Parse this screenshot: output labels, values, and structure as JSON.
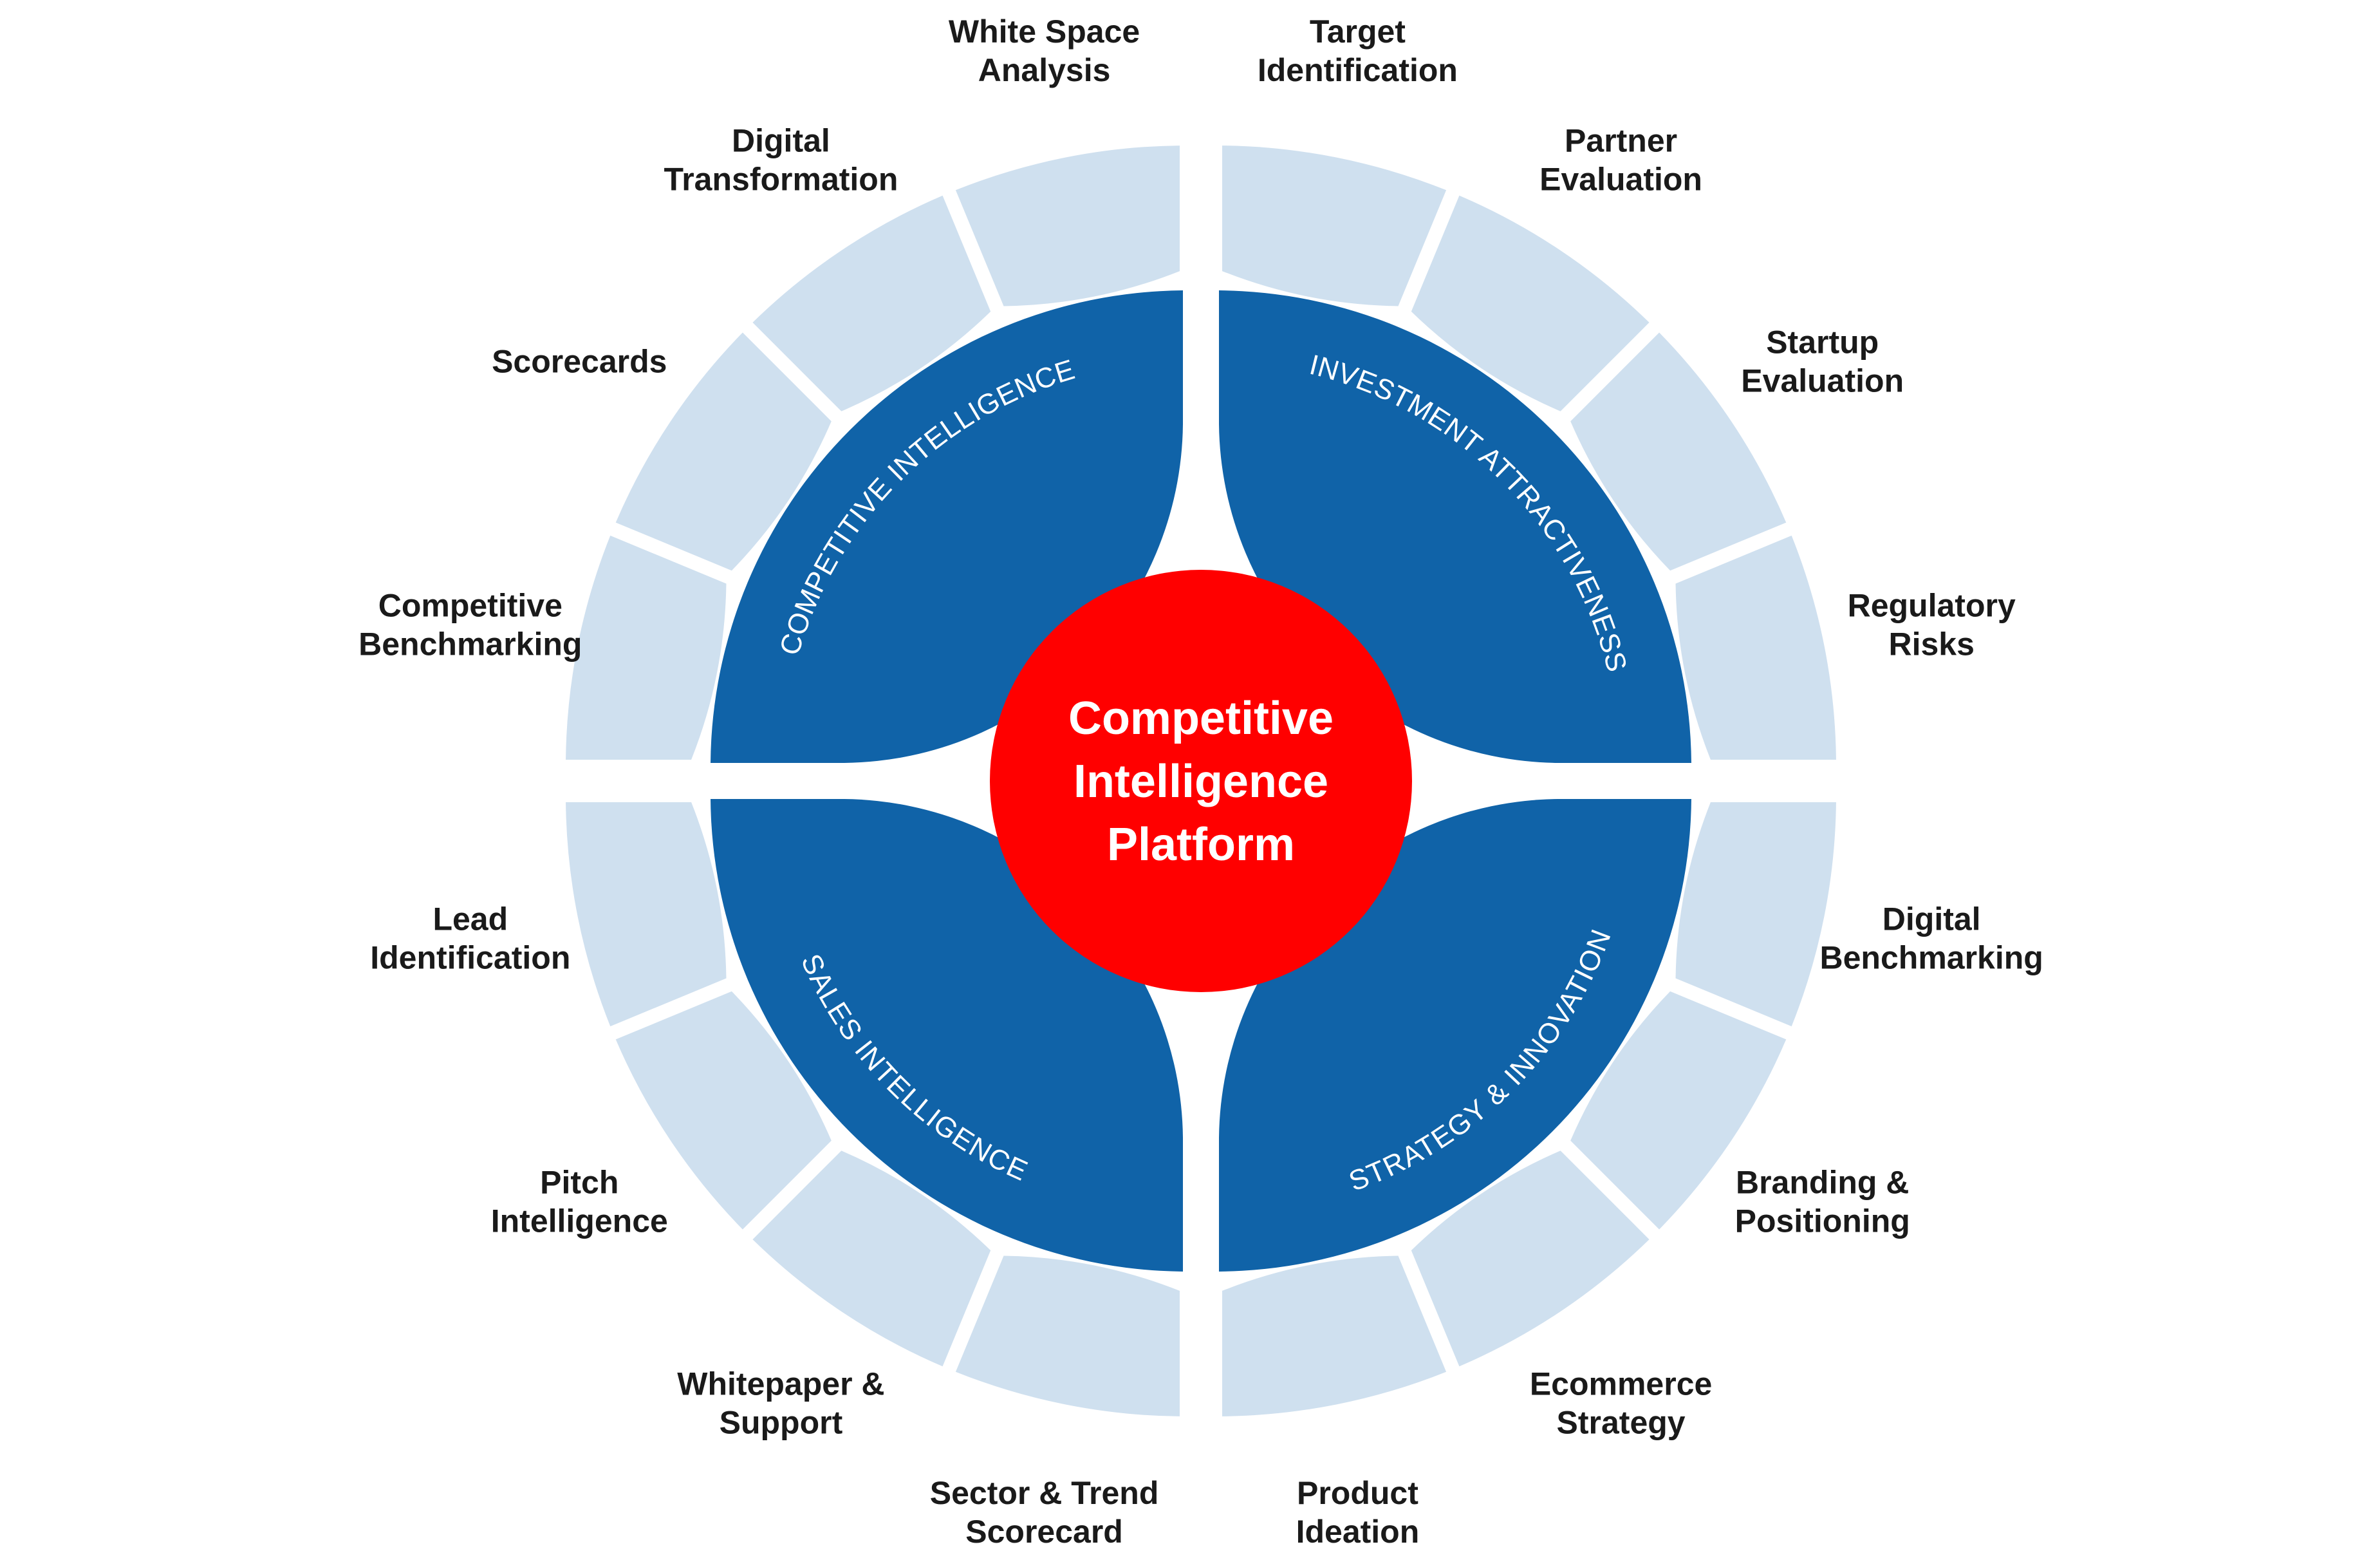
{
  "center": {
    "lines": [
      "Competitive",
      "Intelligence",
      "Platform"
    ],
    "color": "#ff0000"
  },
  "colors": {
    "inner_ring": "#1063a8",
    "outer_ring": "#cfe0ef",
    "label_text": "#1a1a1a"
  },
  "categories": [
    {
      "name": "COMPETITIVE INTELLIGENCE",
      "items": [
        [
          "Competitive",
          "Benchmarking"
        ],
        [
          "Scorecards"
        ],
        [
          "Digital",
          "Transformation"
        ],
        [
          "White Space",
          "Analysis"
        ]
      ]
    },
    {
      "name": "INVESTMENT ATTRACTIVENESS",
      "items": [
        [
          "Target",
          "Identification"
        ],
        [
          "Partner",
          "Evaluation"
        ],
        [
          "Startup",
          "Evaluation"
        ],
        [
          "Regulatory",
          "Risks"
        ]
      ]
    },
    {
      "name": "STRATEGY & INNOVATION",
      "items": [
        [
          "Digital",
          "Benchmarking"
        ],
        [
          "Branding &",
          "Positioning"
        ],
        [
          "Ecommerce",
          "Strategy"
        ],
        [
          "Product",
          "Ideation"
        ]
      ]
    },
    {
      "name": "SALES INTELLIGENCE",
      "items": [
        [
          "Sector & Trend",
          "Scorecard"
        ],
        [
          "Whitepaper &",
          "Support"
        ],
        [
          "Pitch",
          "Intelligence"
        ],
        [
          "Lead",
          "Identification"
        ]
      ]
    }
  ]
}
